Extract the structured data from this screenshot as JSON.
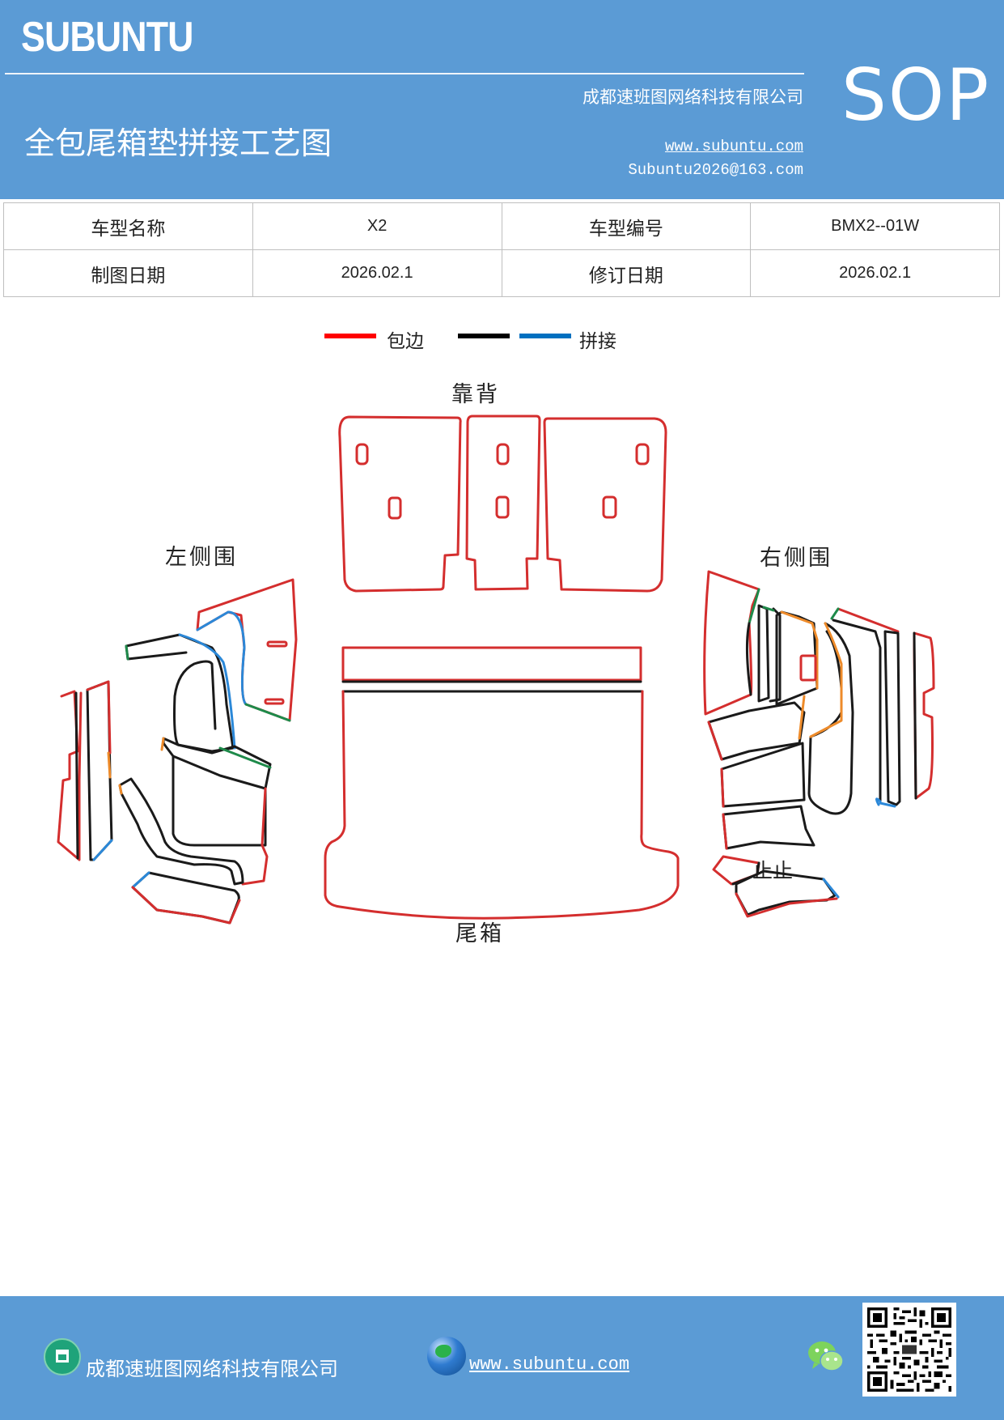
{
  "header": {
    "brand": "SUBUNTU",
    "badge": "SOP",
    "company": "成都速班图网络科技有限公司",
    "title": "全包尾箱垫拼接工艺图",
    "website": "www.subuntu.com",
    "email": "Subuntu2026@163.com"
  },
  "info_table": {
    "rows": [
      [
        {
          "label": "车型名称",
          "value": "X2"
        },
        {
          "label": "车型编号",
          "value": "BMX2--01W"
        }
      ],
      [
        {
          "label": "制图日期",
          "value": "2026.02.1"
        },
        {
          "label": "修订日期",
          "value": "2026.02.1"
        }
      ]
    ]
  },
  "legend": {
    "items": [
      {
        "color": "#ff0000",
        "label": "包边"
      },
      {
        "color": "#000000",
        "label": ""
      },
      {
        "color": "#0070c0",
        "label": "拼接"
      }
    ]
  },
  "diagram": {
    "labels": {
      "backrest": "靠背",
      "left_side": "左侧围",
      "right_side": "右侧围",
      "trunk": "尾箱",
      "small": "止止"
    },
    "colors": {
      "edge": "#d42e2e",
      "seam": "#1a1a1a",
      "splice": "#2b88d8",
      "orange": "#ee8b2a",
      "green": "#1e8a4a"
    }
  },
  "footer": {
    "company": "成都速班图网络科技有限公司",
    "website": "www.subuntu.com ",
    "company_icon": "building-icon",
    "web_icon": "globe-icon",
    "wechat_icon": "wechat-icon",
    "qr_icon": "qr-code"
  }
}
